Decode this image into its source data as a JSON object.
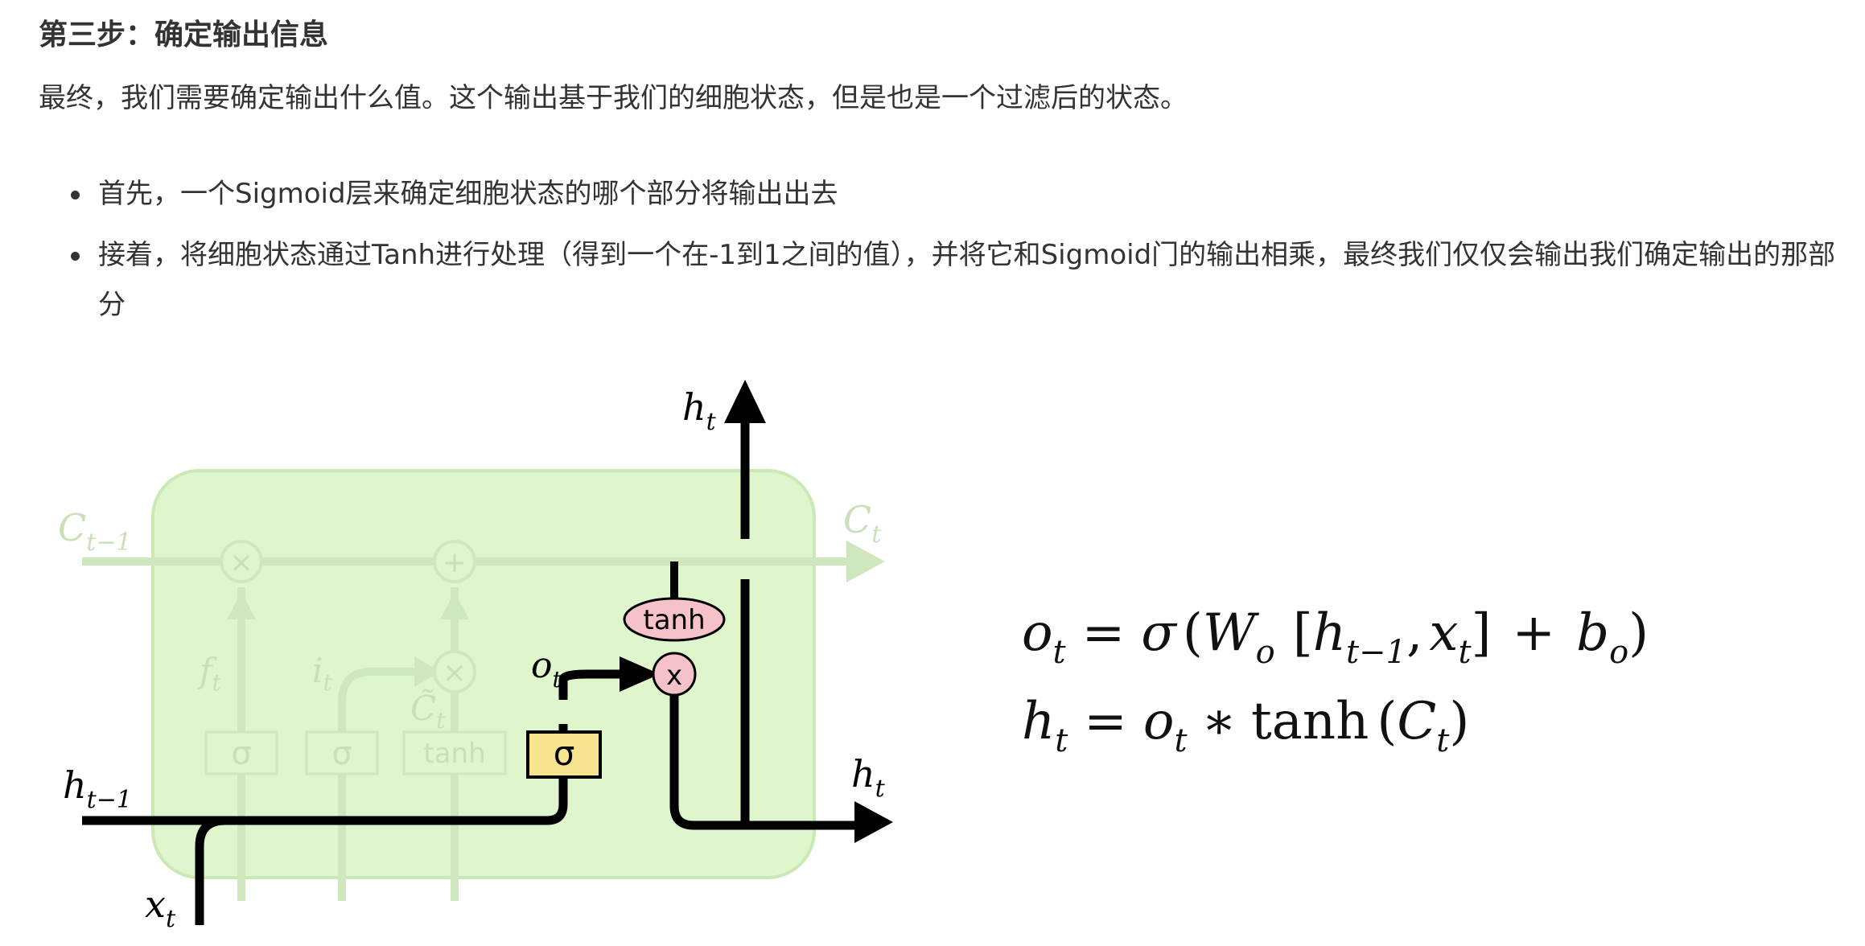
{
  "heading": "第三步：确定输出信息",
  "intro": "最终，我们需要确定输出什么值。这个输出基于我们的细胞状态，但是也是一个过滤后的状态。",
  "bullets": [
    "首先，一个Sigmoid层来确定细胞状态的哪个部分将输出出去",
    "接着，将细胞状态通过Tanh进行处理（得到一个在-1到1之间的值），并将它和Sigmoid门的输出相乘，最终我们仅仅会输出我们确定输出的那部分"
  ],
  "diagram": {
    "colors": {
      "cell_fill": "#dff5cc",
      "cell_stroke": "#cbe9b4",
      "faded_line": "#cfe7bd",
      "faded_text": "#c8dfb8",
      "line": "#000000",
      "sigma_fill": "#f7e48e",
      "tanh_fill": "#f6c2c9"
    },
    "labels": {
      "c_prev": "C",
      "c_prev_sub": "t−1",
      "c_next": "C",
      "c_next_sub": "t",
      "h_top": "h",
      "h_top_sub": "t",
      "h_right": "h",
      "h_right_sub": "t",
      "h_prev": "h",
      "h_prev_sub": "t−1",
      "x_in": "x",
      "x_in_sub": "t",
      "f": "f",
      "f_sub": "t",
      "i": "i",
      "i_sub": "t",
      "c_tilde": "C̃",
      "c_tilde_sub": "t",
      "o": "o",
      "o_sub": "t",
      "sigma": "σ",
      "tanh": "tanh",
      "times": "×",
      "plus": "+",
      "mult_active": "x"
    },
    "gate_icons": [
      "sigmoid-gate-icon",
      "tanh-gate-icon",
      "multiply-icon",
      "add-icon",
      "arrow-icon"
    ]
  },
  "equations": {
    "eq1": {
      "lhs": "o",
      "lhs_sub": "t",
      "eq": "=",
      "sigma": "σ",
      "open": "(",
      "W": "W",
      "W_sub": "o",
      "lbracket": "[",
      "h": "h",
      "h_sub": "t−1",
      "comma": ",",
      "x": "x",
      "x_sub": "t",
      "rbracket": "]",
      "plus": "+",
      "b": "b",
      "b_sub": "o",
      "close": ")"
    },
    "eq2": {
      "lhs": "h",
      "lhs_sub": "t",
      "eq": "=",
      "o": "o",
      "o_sub": "t",
      "star": "∗",
      "tanh": "tanh",
      "open": "(",
      "C": "C",
      "C_sub": "t",
      "close": ")"
    }
  }
}
